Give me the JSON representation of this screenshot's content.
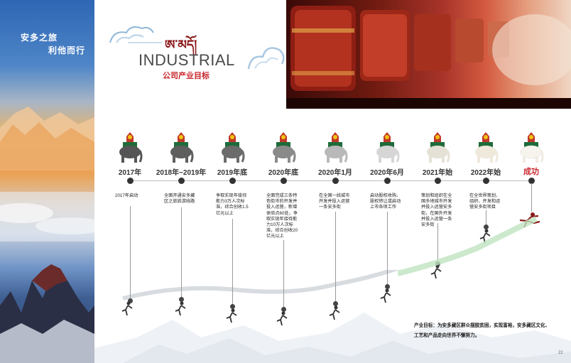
{
  "banner": {
    "line1": "安多之旅",
    "line2": "利他而行"
  },
  "header": {
    "tibetan_title": "ཨ་མདོ།",
    "title_en": "INDUSTRIAL",
    "title_cn": "公司产业目标"
  },
  "milestones": [
    {
      "year": "2017年",
      "desc": "2017年启动"
    },
    {
      "year": "2018年~2019年",
      "desc": "全面开通安多藏区之旅旅游线路"
    },
    {
      "year": "2019年底",
      "desc": "争取实现年接待能力3万人次标准，综合创收1.5亿元以上"
    },
    {
      "year": "2020年底",
      "desc": "全面完成三条特色街市的开发并投入运营，新增体验点60处，争取实现年接待能力10万人次标准，综合创收20亿元以上"
    },
    {
      "year": "2020年1月",
      "desc": "在全国一线城市开发并投入运营一条安多街"
    },
    {
      "year": "2020年6月",
      "desc": "启动股权收购、股权转让或启动上市各项工作"
    },
    {
      "year": "2021年始",
      "desc": "策划和组织在全国多地城市开发并投入运营安多街，在国外开发并投入运营一条安多街"
    },
    {
      "year": "2022年始",
      "desc": "在全世界策划、组织、开发和运营安多街项目"
    },
    {
      "year": "成功",
      "desc": ""
    }
  ],
  "goal": {
    "label": "产业目标：",
    "text": "为安多藏区群众摆脱贫困，实现富裕，安多藏区文化、工艺和产品走向世界不懈努力。"
  },
  "page_number": "22",
  "colors": {
    "accent_red": "#c8262c",
    "title_gray": "#4a4a4a",
    "line_gray": "#9a9a9a"
  }
}
